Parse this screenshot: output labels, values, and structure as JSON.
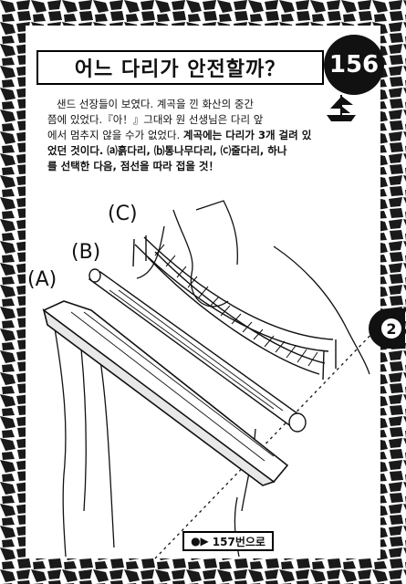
{
  "title": "어느 다리가 안전할까？",
  "page_number": "156",
  "chapter_number": "2",
  "story": {
    "line1": "샌드 선장들이 보였다. 계곡을 낀 화산의 중간",
    "line2": "쯤에 있었다.『아！』그대와 원 선생님은 다리 앞",
    "line3": "에서 멈추지 않을 수가 없었다.",
    "line3_bold": "계곡에는 다리가 3개 걸려 있",
    "line4_bold": "었던 것이다. ⒜흙다리, ⒝통나무다리, ⒞줄다리, 하나",
    "line5_bold": "를 선택한 다음, 점선을 따라 접을 것！"
  },
  "illustration_labels": {
    "a": "(A)",
    "b": "(B)",
    "c": "(C)"
  },
  "next_page": {
    "label": "157번으로",
    "arrow": "●▶"
  },
  "icons": [
    "ship-icon",
    "chapter-tab-icon",
    "pointer-arrow-icon"
  ],
  "colors": {
    "ink": "#111111",
    "paper": "#ffffff"
  }
}
